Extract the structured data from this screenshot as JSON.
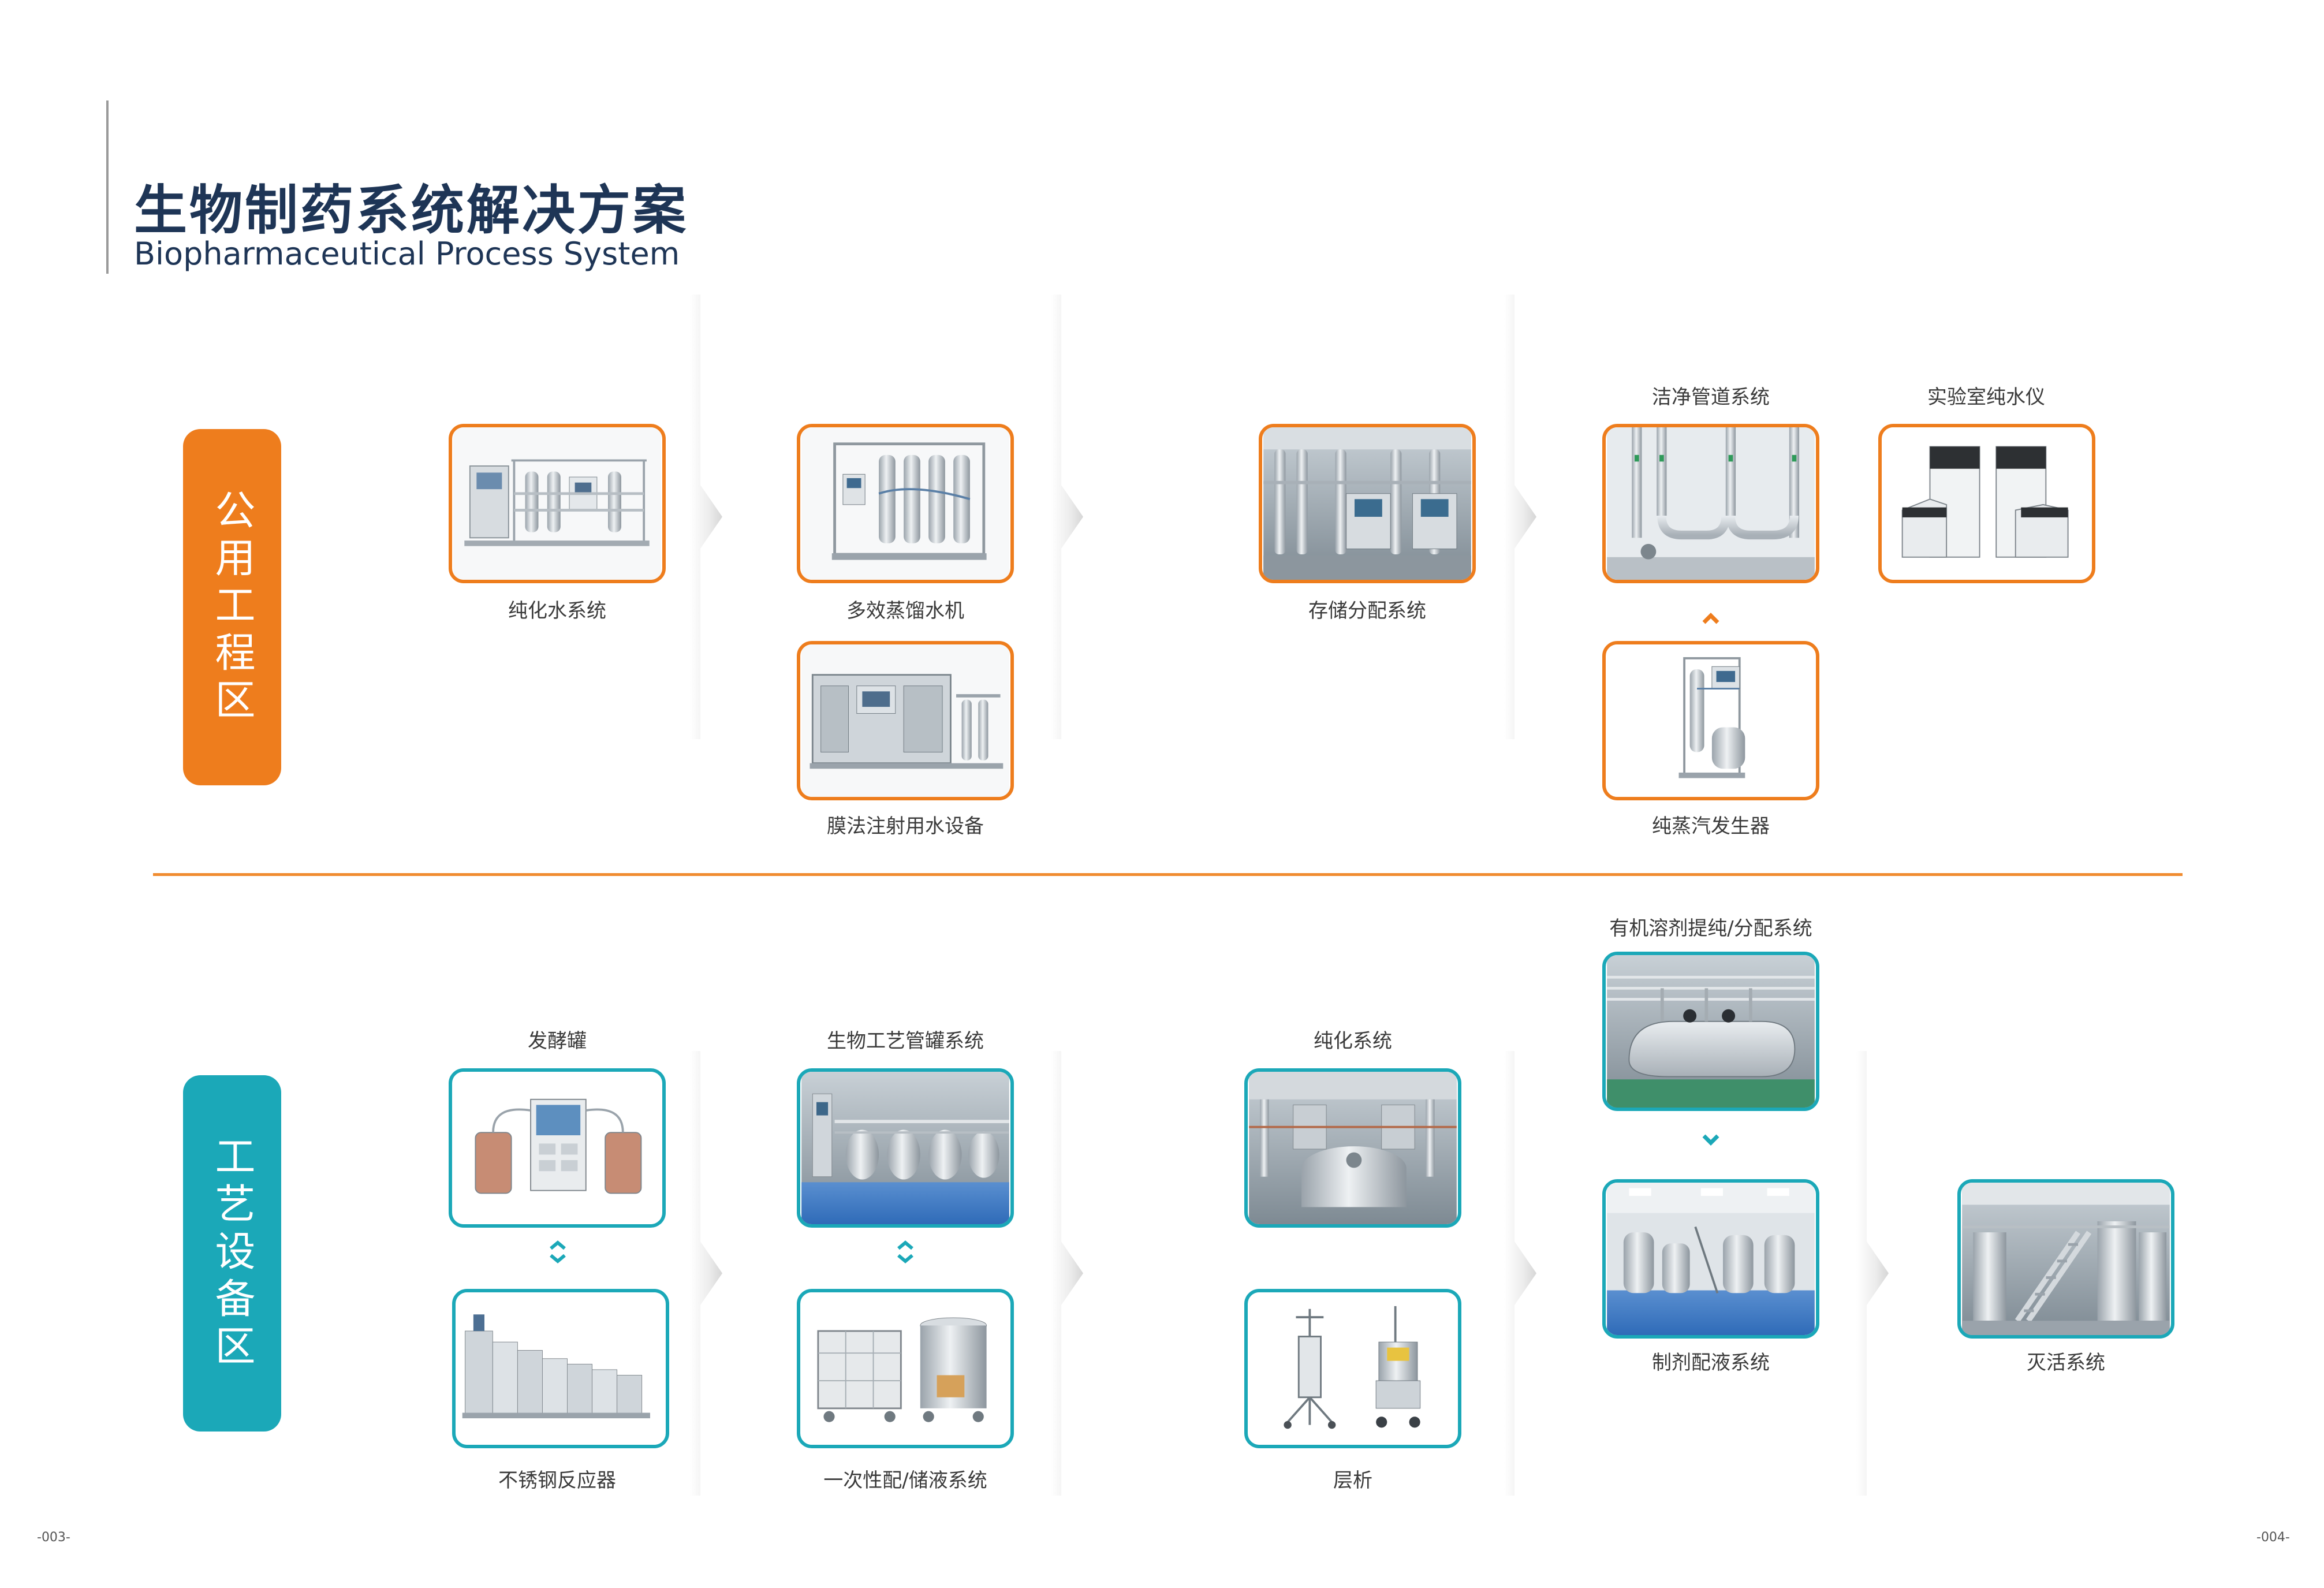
{
  "header": {
    "title_zh": "生物制药系统解决方案",
    "title_en": "Biopharmaceutical Process System"
  },
  "zones": {
    "public": {
      "label": "公用工程区",
      "color": "#ee7d1d"
    },
    "process": {
      "label": "工艺设备区",
      "color": "#1ba8b8"
    }
  },
  "public_items": {
    "purified_water": "纯化水系统",
    "multi_effect_distiller": "多效蒸馏水机",
    "membrane_wfi": "膜法注射用水设备",
    "storage_distribution": "存储分配系统",
    "clean_piping": "洁净管道系统",
    "lab_water": "实验室纯水仪",
    "pure_steam": "纯蒸汽发生器"
  },
  "process_items": {
    "fermenter": "发酵罐",
    "stainless_reactor": "不锈钢反应器",
    "bio_tank_system": "生物工艺管罐系统",
    "single_use": "一次性配/储液系统",
    "purification": "纯化系统",
    "chromatography": "层析",
    "solvent_system": "有机溶剂提纯/分配系统",
    "formulation": "制剂配液系统",
    "inactivation": "灭活系统"
  },
  "page_numbers": {
    "left": "-003-",
    "right": "-004-"
  },
  "colors": {
    "orange": "#ee7d1d",
    "teal": "#1ba8b8",
    "navy": "#1e3556"
  }
}
